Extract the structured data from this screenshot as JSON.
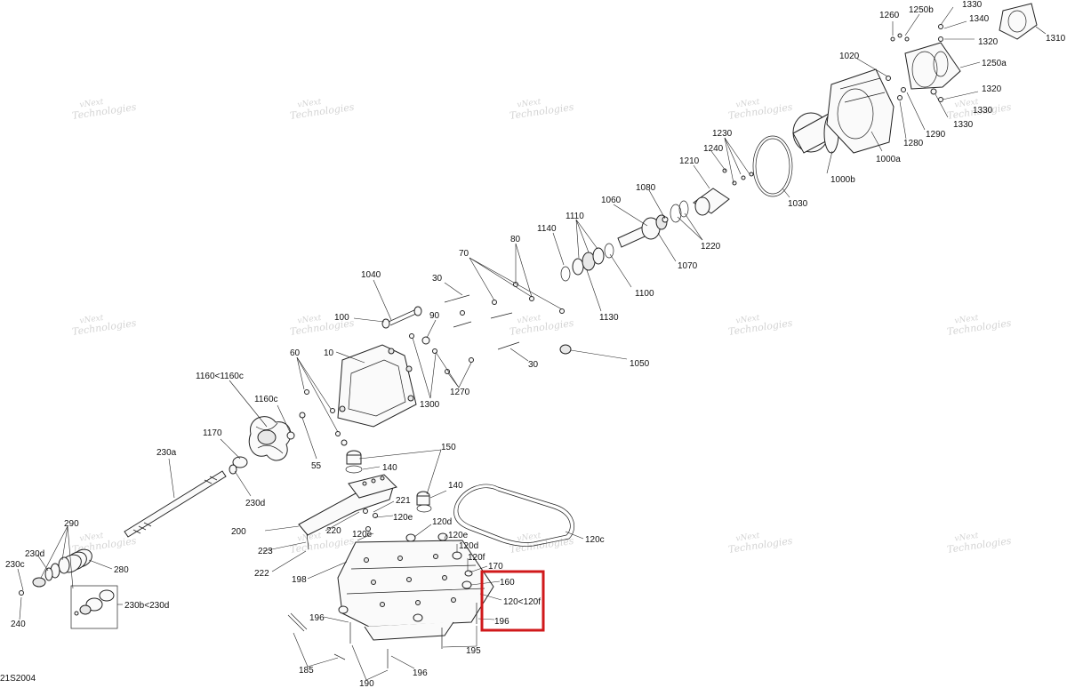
{
  "diagram": {
    "drawing_number": "21S2004",
    "watermark_line1": "vNext",
    "watermark_line2": "Technologies",
    "highlight_color": "#d0191b",
    "labels": [
      {
        "key": "1260",
        "text": "1260"
      },
      {
        "key": "1250b",
        "text": "1250b"
      },
      {
        "key": "1330a",
        "text": "1330"
      },
      {
        "key": "1340",
        "text": "1340"
      },
      {
        "key": "1320a",
        "text": "1320"
      },
      {
        "key": "1310",
        "text": "1310"
      },
      {
        "key": "1020",
        "text": "1020"
      },
      {
        "key": "1250a",
        "text": "1250a"
      },
      {
        "key": "1320b",
        "text": "1320"
      },
      {
        "key": "1330b",
        "text": "1330"
      },
      {
        "key": "1330c",
        "text": "1330"
      },
      {
        "key": "1280",
        "text": "1280"
      },
      {
        "key": "1290",
        "text": "1290"
      },
      {
        "key": "1000a",
        "text": "1000a"
      },
      {
        "key": "1230",
        "text": "1230"
      },
      {
        "key": "1240",
        "text": "1240"
      },
      {
        "key": "1210",
        "text": "1210"
      },
      {
        "key": "1000b",
        "text": "1000b"
      },
      {
        "key": "1030",
        "text": "1030"
      },
      {
        "key": "1080",
        "text": "1080"
      },
      {
        "key": "1060",
        "text": "1060"
      },
      {
        "key": "1220",
        "text": "1220"
      },
      {
        "key": "1110",
        "text": "1110"
      },
      {
        "key": "1140",
        "text": "1140"
      },
      {
        "key": "1070",
        "text": "1070"
      },
      {
        "key": "80",
        "text": "80"
      },
      {
        "key": "70",
        "text": "70"
      },
      {
        "key": "1100",
        "text": "1100"
      },
      {
        "key": "1040",
        "text": "1040"
      },
      {
        "key": "30a",
        "text": "30"
      },
      {
        "key": "1130",
        "text": "1130"
      },
      {
        "key": "100",
        "text": "100"
      },
      {
        "key": "90",
        "text": "90"
      },
      {
        "key": "10",
        "text": "10"
      },
      {
        "key": "1050",
        "text": "1050"
      },
      {
        "key": "30b",
        "text": "30"
      },
      {
        "key": "60",
        "text": "60"
      },
      {
        "key": "1160c1160c",
        "text": "1160<1160c"
      },
      {
        "key": "1270",
        "text": "1270"
      },
      {
        "key": "1160c",
        "text": "1160c"
      },
      {
        "key": "1300",
        "text": "1300"
      },
      {
        "key": "1170",
        "text": "1170"
      },
      {
        "key": "55",
        "text": "55"
      },
      {
        "key": "150",
        "text": "150"
      },
      {
        "key": "230a",
        "text": "230a"
      },
      {
        "key": "140a",
        "text": "140"
      },
      {
        "key": "140b",
        "text": "140"
      },
      {
        "key": "230d",
        "text": "230d"
      },
      {
        "key": "221",
        "text": "221"
      },
      {
        "key": "120e_a",
        "text": "120e"
      },
      {
        "key": "290",
        "text": "290"
      },
      {
        "key": "120d_a",
        "text": "120d"
      },
      {
        "key": "200",
        "text": "200"
      },
      {
        "key": "220",
        "text": "220"
      },
      {
        "key": "120e_b",
        "text": "120e"
      },
      {
        "key": "120e_c",
        "text": "120e"
      },
      {
        "key": "120c",
        "text": "120c"
      },
      {
        "key": "230d_b",
        "text": "230d"
      },
      {
        "key": "223",
        "text": "223"
      },
      {
        "key": "120d_b",
        "text": "120d"
      },
      {
        "key": "280",
        "text": "280"
      },
      {
        "key": "230c",
        "text": "230c"
      },
      {
        "key": "222",
        "text": "222"
      },
      {
        "key": "120f",
        "text": "120f"
      },
      {
        "key": "170",
        "text": "170"
      },
      {
        "key": "198",
        "text": "198"
      },
      {
        "key": "160",
        "text": "160"
      },
      {
        "key": "230b230d",
        "text": "230b<230d"
      },
      {
        "key": "120120f",
        "text": "120<120f"
      },
      {
        "key": "196a",
        "text": "196"
      },
      {
        "key": "196b",
        "text": "196"
      },
      {
        "key": "240",
        "text": "240"
      },
      {
        "key": "195",
        "text": "195"
      },
      {
        "key": "185",
        "text": "185"
      },
      {
        "key": "196c",
        "text": "196"
      },
      {
        "key": "190",
        "text": "190"
      }
    ]
  }
}
